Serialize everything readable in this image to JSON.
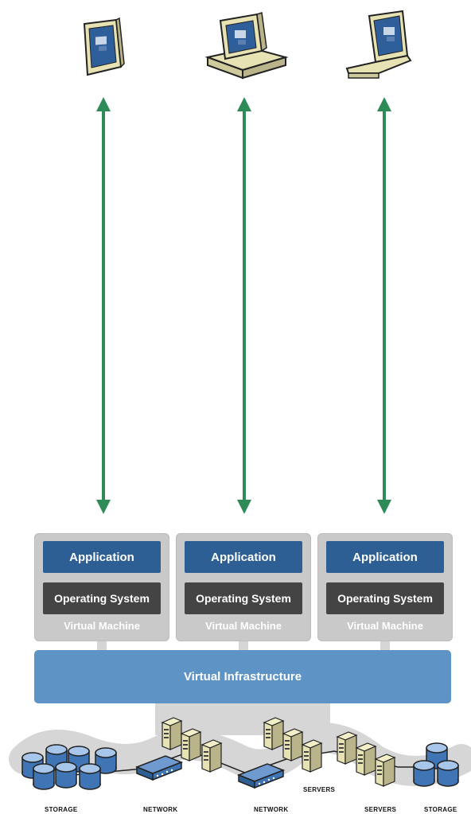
{
  "arrows": {
    "color": "#2e8b57"
  },
  "virtual_machines": [
    {
      "application": "Application",
      "operating_system": "Operating System",
      "label": "Virtual Machine"
    },
    {
      "application": "Application",
      "operating_system": "Operating System",
      "label": "Virtual Machine"
    },
    {
      "application": "Application",
      "operating_system": "Operating System",
      "label": "Virtual Machine"
    }
  ],
  "virtual_infrastructure": {
    "label": "Virtual Infrastructure"
  },
  "captions": {
    "storage_left": "STORAGE",
    "network_left": "NETWORK",
    "network_right": "NETWORK",
    "servers_mid": "SERVERS",
    "servers_right": "SERVERS",
    "storage_right": "STORAGE"
  },
  "colors": {
    "application": "#2d5f95",
    "operating_system": "#444444",
    "vm_frame": "#c9c9c9",
    "infrastructure": "#5e93c6",
    "device_beige": "#e8e4b8",
    "screen_blue": "#2f5f9b"
  }
}
